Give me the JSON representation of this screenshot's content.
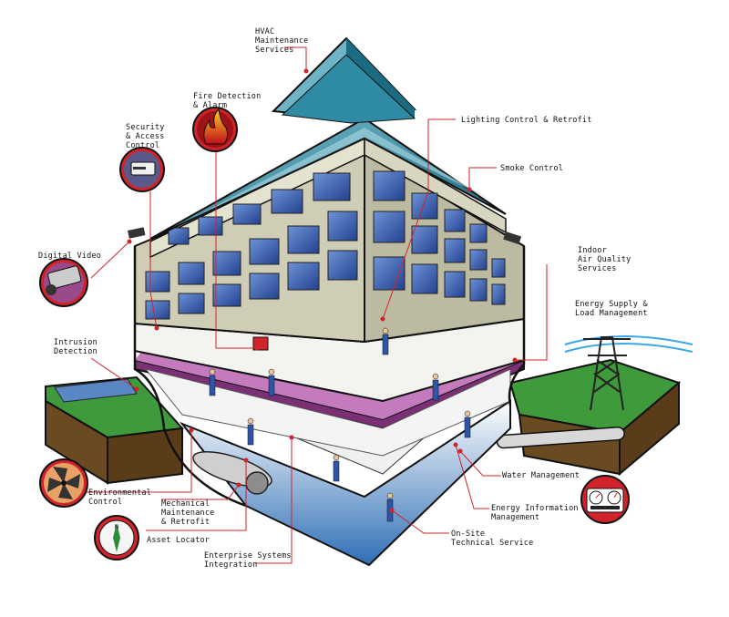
{
  "labels": {
    "hvac": [
      "HVAC",
      "Maintenance",
      "Services"
    ],
    "fire": [
      "Fire Detection",
      "& Alarm"
    ],
    "lighting": [
      "Lighting Control & Retrofit"
    ],
    "security": [
      "Security",
      "& Access",
      "Control"
    ],
    "smoke": [
      "Smoke Control"
    ],
    "video": [
      "Digital Video"
    ],
    "iaq": [
      "Indoor",
      "Air Quality",
      "Services"
    ],
    "energy_supply": [
      "Energy Supply &",
      "Load Management"
    ],
    "intrusion": [
      "Intrusion",
      "Detection"
    ],
    "water": [
      "Water Management"
    ],
    "env": [
      "Environmental",
      "Control"
    ],
    "mech": [
      "Mechanical",
      "Maintenance",
      "& Retrofit"
    ],
    "energy_info": [
      "Energy Information",
      "Management"
    ],
    "asset": [
      "Asset Locator"
    ],
    "onsite": [
      "On-Site",
      "Technical Service"
    ],
    "enterprise": [
      "Enterprise Systems",
      "Integration"
    ]
  },
  "icons": [
    "fire-icon",
    "security-card-icon",
    "camera-icon",
    "fan-icon",
    "compass-icon",
    "gauges-icon",
    "transmission-tower-icon",
    "security-camera-icon"
  ],
  "colors": {
    "leader": "#d2232a",
    "roof": "#1a6f86",
    "facade": "#c9c8b0",
    "window": "#3558a8",
    "floor": "#b064a8",
    "grass": "#3e9a3a",
    "sky_glass": "#9fb8d8"
  }
}
